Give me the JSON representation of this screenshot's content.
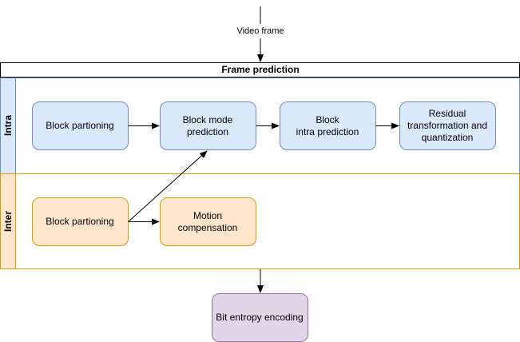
{
  "input": {
    "label": "Video frame"
  },
  "container": {
    "title": "Frame prediction"
  },
  "lanes": {
    "intra": {
      "label": "Intra",
      "color": "#6c8ebf",
      "fill": "#dae8fc"
    },
    "inter": {
      "label": "Inter",
      "color": "#d79b00",
      "fill": "#ffe6cc",
      "header_fill": "#ffe6cc"
    }
  },
  "nodes": {
    "intra_partition": {
      "lines": [
        "Block partioning"
      ]
    },
    "intra_mode": {
      "lines": [
        "Block mode",
        "prediction"
      ]
    },
    "intra_pred": {
      "lines": [
        "Block",
        "intra prediction"
      ]
    },
    "residual": {
      "lines": [
        "Residual",
        "transformation and",
        "quantization"
      ]
    },
    "inter_partition": {
      "lines": [
        "Block partioning"
      ]
    },
    "motion": {
      "lines": [
        "Motion",
        "compensation"
      ]
    },
    "entropy": {
      "lines": [
        "Bit entropy encoding"
      ],
      "color": "#9673a6",
      "fill": "#e1d5e7"
    }
  }
}
